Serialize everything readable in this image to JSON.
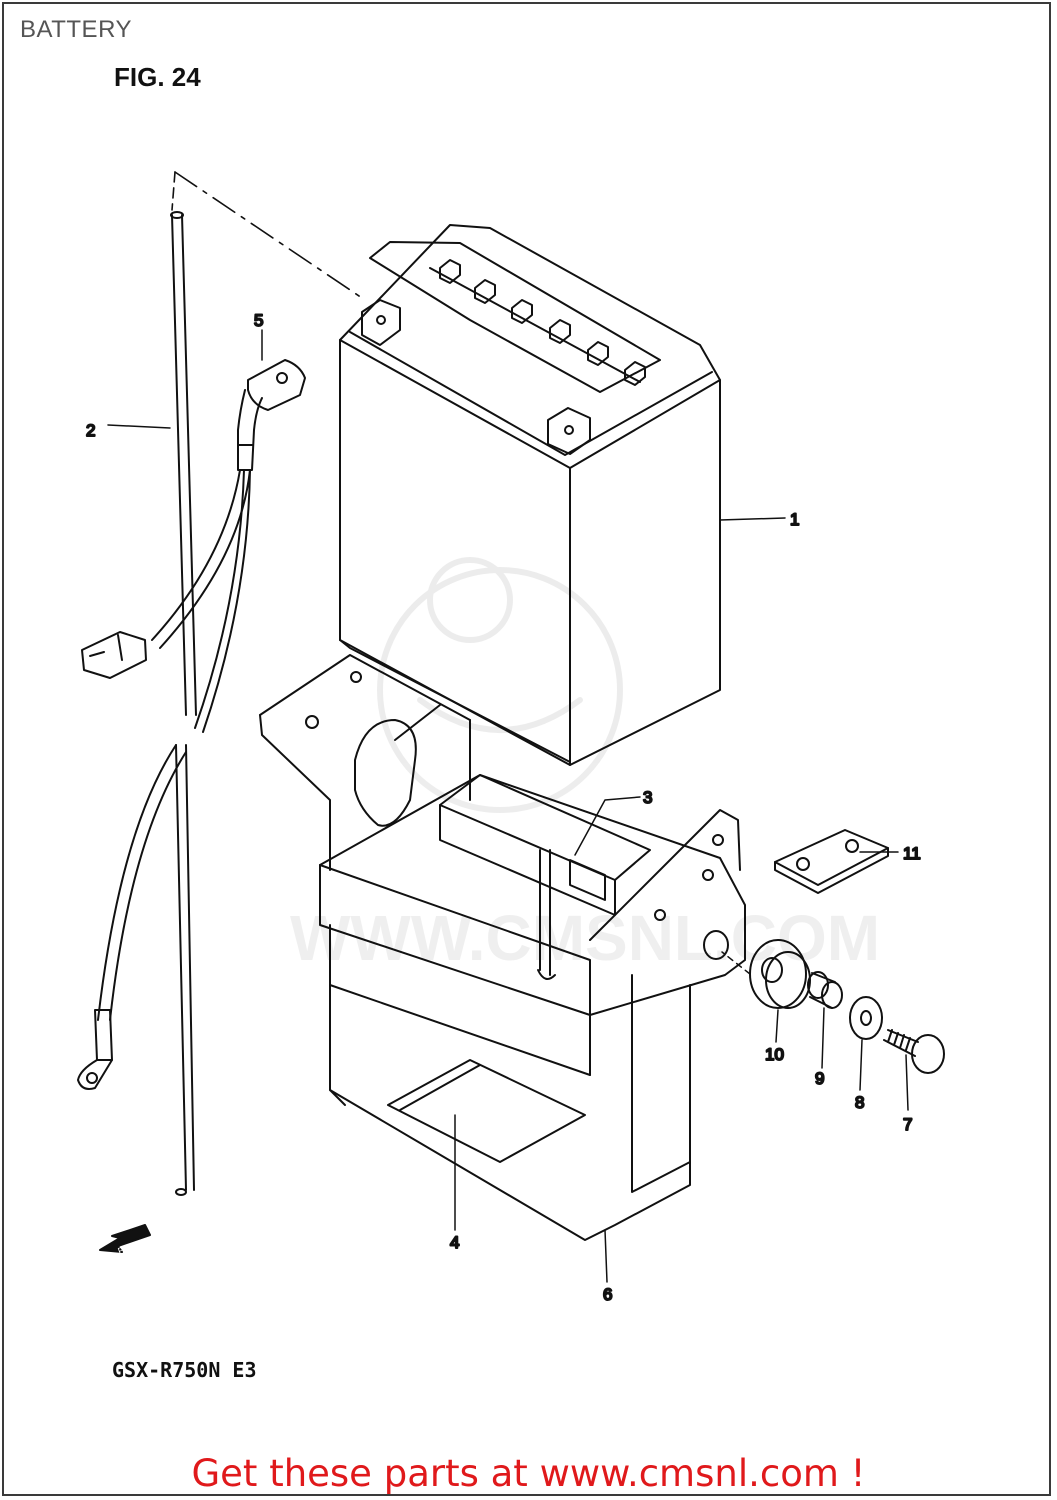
{
  "page": {
    "title": "BATTERY",
    "figure_label": "FIG. 24",
    "model_code": "GSX-R750N E3",
    "direction_label": "FWD",
    "cta_text": "Get these parts at www.cmsnl.com !",
    "watermark_text": "WWW.CMSNL.COM",
    "cta_color": "#e0191b"
  },
  "parts": [
    {
      "id": "p1",
      "number": "1"
    },
    {
      "id": "p2",
      "number": "2"
    },
    {
      "id": "p3",
      "number": "3"
    },
    {
      "id": "p4",
      "number": "4"
    },
    {
      "id": "p5",
      "number": "5"
    },
    {
      "id": "p6",
      "number": "6"
    },
    {
      "id": "p7",
      "number": "7"
    },
    {
      "id": "p8",
      "number": "8"
    },
    {
      "id": "p9",
      "number": "9"
    },
    {
      "id": "p10",
      "number": "10"
    },
    {
      "id": "p11",
      "number": "11"
    }
  ]
}
